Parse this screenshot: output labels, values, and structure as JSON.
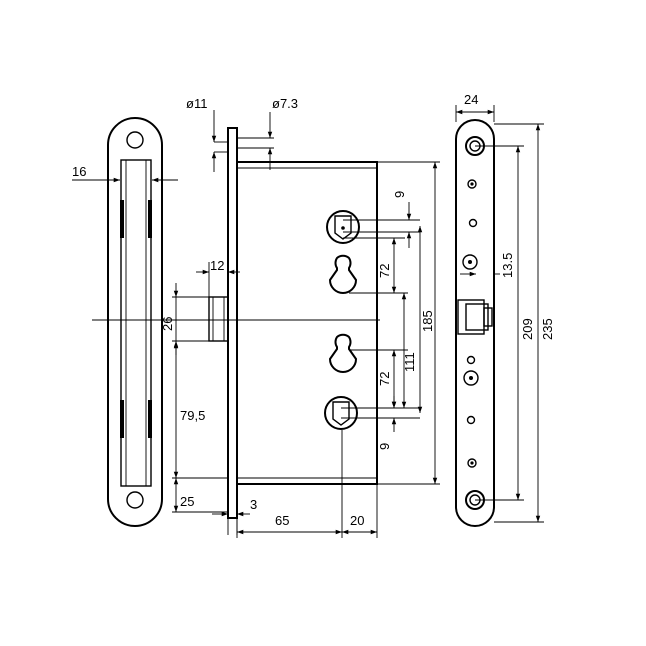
{
  "diagram": {
    "labels": {
      "d11": "ø11",
      "d73": "ø7.3",
      "w24": "24",
      "w16": "16",
      "d9top": "9",
      "d12": "12",
      "d13_5": "13.5",
      "d72top": "72",
      "d185": "185",
      "d209": "209",
      "d235": "235",
      "d26": "26",
      "d111": "111",
      "d72bot": "72",
      "d79_5": "79,5",
      "d9bot": "9",
      "d25": "25",
      "d3": "3",
      "d65": "65",
      "d20": "20"
    },
    "colors": {
      "line": "#000000",
      "background": "#ffffff"
    }
  }
}
